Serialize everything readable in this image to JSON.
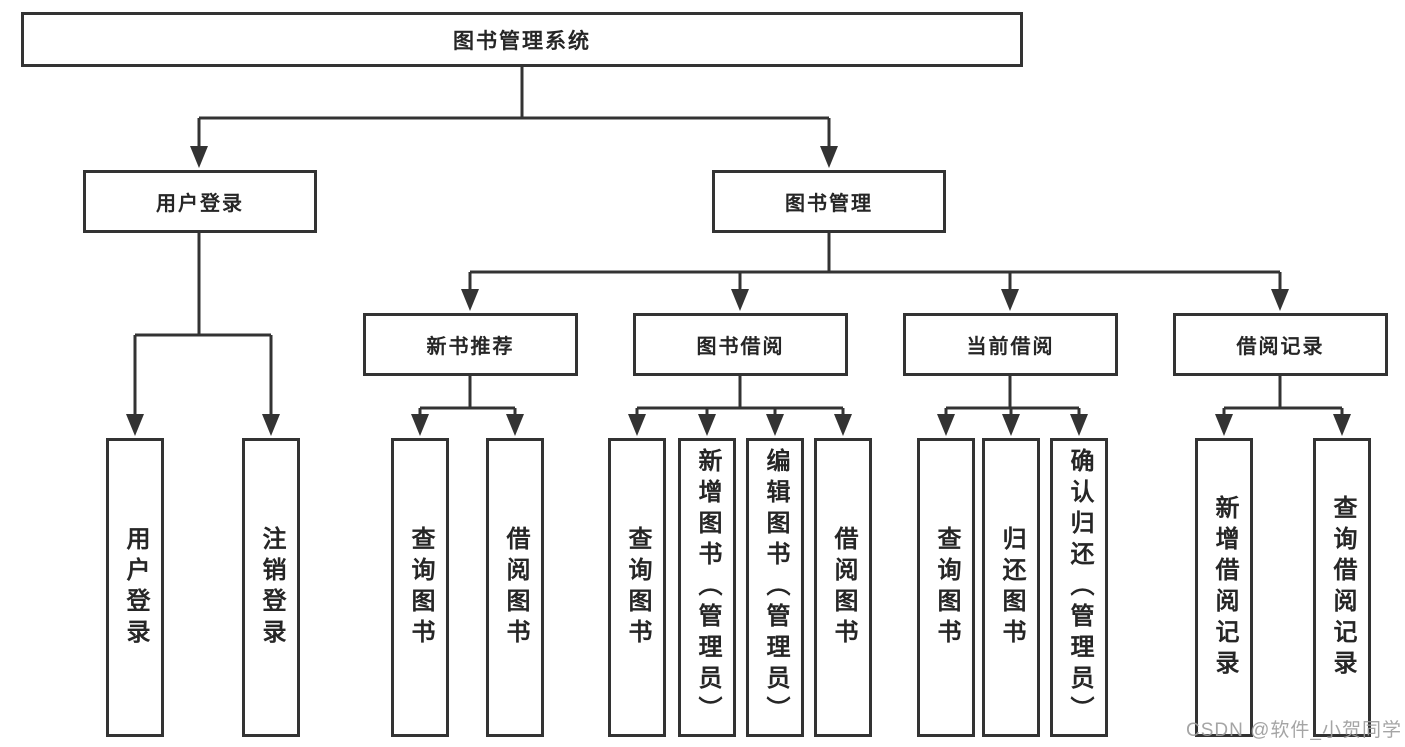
{
  "tree": {
    "root": {
      "label": "图书管理系统"
    },
    "branches": [
      {
        "label": "用户登录",
        "children": [
          {
            "label": "用户登录"
          },
          {
            "label": "注销登录"
          }
        ]
      },
      {
        "label": "图书管理",
        "children": [
          {
            "label": "新书推荐",
            "children": [
              {
                "label": "查询图书"
              },
              {
                "label": "借阅图书"
              }
            ]
          },
          {
            "label": "图书借阅",
            "children": [
              {
                "label": "查询图书"
              },
              {
                "label": "新增图书（管理员）"
              },
              {
                "label": "编辑图书（管理员）"
              },
              {
                "label": "借阅图书"
              }
            ]
          },
          {
            "label": "当前借阅",
            "children": [
              {
                "label": "查询图书"
              },
              {
                "label": "归还图书"
              },
              {
                "label": "确认归还（管理员）"
              }
            ]
          },
          {
            "label": "借阅记录",
            "children": [
              {
                "label": "新增借阅记录"
              },
              {
                "label": "查询借阅记录"
              }
            ]
          }
        ]
      }
    ]
  },
  "watermark": {
    "text": "CSDN @软件_小贺同学"
  },
  "colors": {
    "line": "#333333",
    "box_border": "#333333",
    "text": "#262626",
    "background": "#ffffff",
    "watermark": "#9e9e9e"
  }
}
